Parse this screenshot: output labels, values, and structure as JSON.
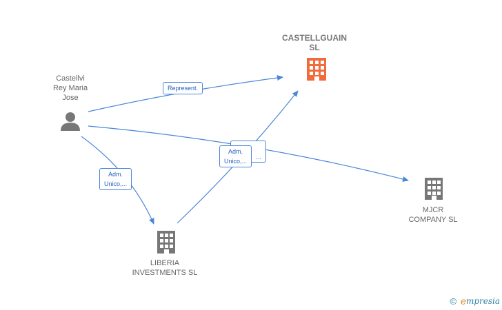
{
  "nodes": {
    "person": {
      "label": "Castellvi\nRey Maria\nJose",
      "icon": "person-icon"
    },
    "castellguain": {
      "label": "CASTELLGUAIN\nSL",
      "icon": "building-icon",
      "color": "#f26b3a"
    },
    "mjcr": {
      "label": "MJCR\nCOMPANY  SL",
      "icon": "building-icon",
      "color": "#777777"
    },
    "liberia": {
      "label": "LIBERIA\nINVESTMENTS SL",
      "icon": "building-icon",
      "color": "#777777"
    }
  },
  "edges": {
    "represent": "Represent.",
    "adm_liberia": "Adm.\nUnico,...",
    "adm_mjcr_back": "...",
    "adm_castell": "Adm.\nUnico,..."
  },
  "colors": {
    "edge": "#4a86d8",
    "main_company": "#f26b3a",
    "company": "#777777",
    "person": "#777777"
  },
  "footer": {
    "copyright": "©",
    "brand_initial": "e",
    "brand_rest": "mpresia"
  }
}
